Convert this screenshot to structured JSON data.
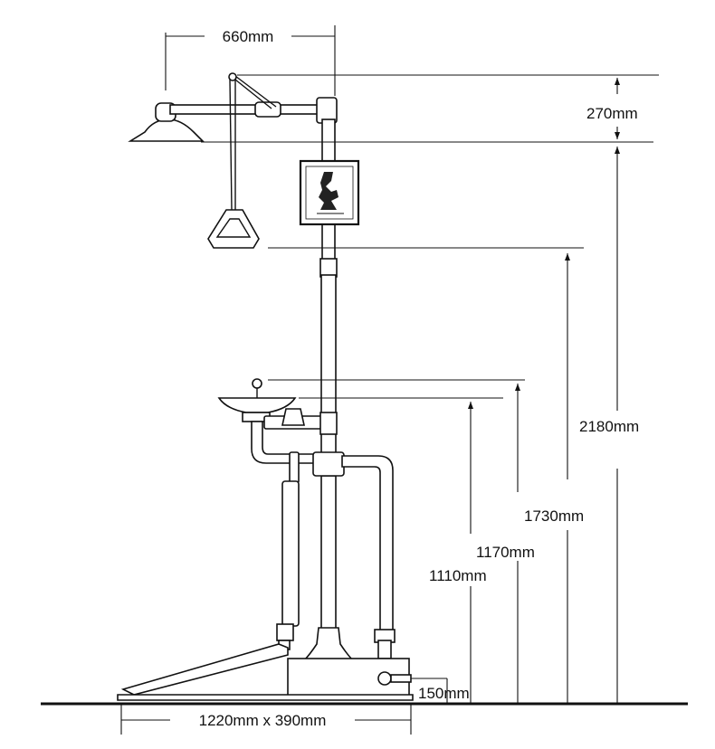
{
  "dimensions": {
    "arm_reach": "660mm",
    "shower_head_height": "270mm",
    "total_height": "2180mm",
    "pull_handle_height": "1730mm",
    "eyewash_top_height": "1170mm",
    "eyewash_bowl_height": "1110mm",
    "drain_height": "150mm",
    "base_footprint": "1220mm x 390mm"
  },
  "colors": {
    "line": "#111111",
    "background": "#ffffff"
  }
}
